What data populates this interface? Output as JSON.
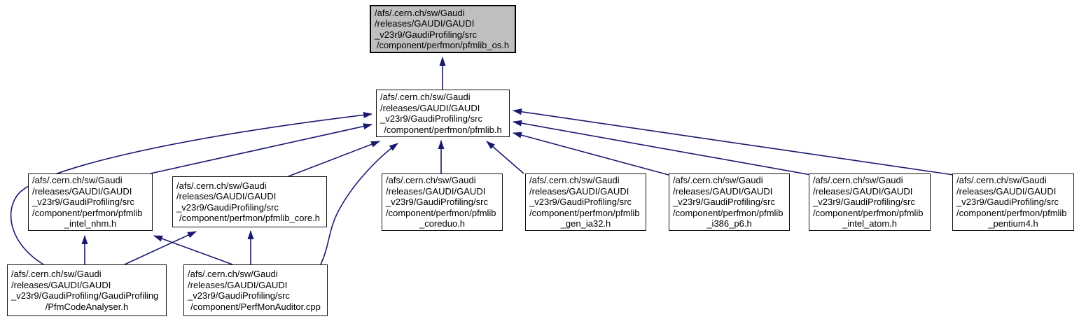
{
  "diagram": {
    "type": "include-dependency-graph",
    "edge_color": "#191970",
    "root_fill": "#bfbfbf",
    "node_fill": "#ffffff",
    "border_color": "#000000"
  },
  "nodes": [
    {
      "id": "pfmlib_os.h",
      "role": "root",
      "label": "/afs/.cern.ch/sw/Gaudi\n/releases/GAUDI/GAUDI\n_v23r9/GaudiProfiling/src\n/component/perfmon/pfmlib_os.h"
    },
    {
      "id": "pfmlib.h",
      "role": "node",
      "label": "/afs/.cern.ch/sw/Gaudi\n/releases/GAUDI/GAUDI\n_v23r9/GaudiProfiling/src\n/component/perfmon/pfmlib.h"
    },
    {
      "id": "pfmlib_intel_nhm.h",
      "role": "node",
      "label": "/afs/.cern.ch/sw/Gaudi\n/releases/GAUDI/GAUDI\n_v23r9/GaudiProfiling/src\n/component/perfmon/pfmlib\n_intel_nhm.h"
    },
    {
      "id": "pfmlib_core.h",
      "role": "node",
      "label": "/afs/.cern.ch/sw/Gaudi\n/releases/GAUDI/GAUDI\n_v23r9/GaudiProfiling/src\n/component/perfmon/pfmlib_core.h"
    },
    {
      "id": "pfmlib_coreduo.h",
      "role": "node",
      "label": "/afs/.cern.ch/sw/Gaudi\n/releases/GAUDI/GAUDI\n_v23r9/GaudiProfiling/src\n/component/perfmon/pfmlib\n_coreduo.h"
    },
    {
      "id": "pfmlib_gen_ia32.h",
      "role": "node",
      "label": "/afs/.cern.ch/sw/Gaudi\n/releases/GAUDI/GAUDI\n_v23r9/GaudiProfiling/src\n/component/perfmon/pfmlib\n_gen_ia32.h"
    },
    {
      "id": "pfmlib_i386_p6.h",
      "role": "node",
      "label": "/afs/.cern.ch/sw/Gaudi\n/releases/GAUDI/GAUDI\n_v23r9/GaudiProfiling/src\n/component/perfmon/pfmlib\n_i386_p6.h"
    },
    {
      "id": "pfmlib_intel_atom.h",
      "role": "node",
      "label": "/afs/.cern.ch/sw/Gaudi\n/releases/GAUDI/GAUDI\n_v23r9/GaudiProfiling/src\n/component/perfmon/pfmlib\n_intel_atom.h"
    },
    {
      "id": "pfmlib_pentium4.h",
      "role": "node",
      "label": "/afs/.cern.ch/sw/Gaudi\n/releases/GAUDI/GAUDI\n_v23r9/GaudiProfiling/src\n/component/perfmon/pfmlib\n_pentium4.h"
    },
    {
      "id": "PfmCodeAnalyser.h",
      "role": "node",
      "label": "/afs/.cern.ch/sw/Gaudi\n/releases/GAUDI/GAUDI\n_v23r9/GaudiProfiling/GaudiProfiling\n/PfmCodeAnalyser.h"
    },
    {
      "id": "PerfMonAuditor.cpp",
      "role": "node",
      "label": "/afs/.cern.ch/sw/Gaudi\n/releases/GAUDI/GAUDI\n_v23r9/GaudiProfiling/src\n/component/PerfMonAuditor.cpp"
    }
  ],
  "edges": [
    {
      "from": "pfmlib.h",
      "to": "pfmlib_os.h"
    },
    {
      "from": "pfmlib_intel_nhm.h",
      "to": "pfmlib.h"
    },
    {
      "from": "pfmlib_core.h",
      "to": "pfmlib.h"
    },
    {
      "from": "pfmlib_coreduo.h",
      "to": "pfmlib.h"
    },
    {
      "from": "pfmlib_gen_ia32.h",
      "to": "pfmlib.h"
    },
    {
      "from": "pfmlib_i386_p6.h",
      "to": "pfmlib.h"
    },
    {
      "from": "pfmlib_intel_atom.h",
      "to": "pfmlib.h"
    },
    {
      "from": "pfmlib_pentium4.h",
      "to": "pfmlib.h"
    },
    {
      "from": "PfmCodeAnalyser.h",
      "to": "pfmlib.h"
    },
    {
      "from": "PfmCodeAnalyser.h",
      "to": "pfmlib_intel_nhm.h"
    },
    {
      "from": "PfmCodeAnalyser.h",
      "to": "pfmlib_core.h"
    },
    {
      "from": "PerfMonAuditor.cpp",
      "to": "pfmlib.h"
    },
    {
      "from": "PerfMonAuditor.cpp",
      "to": "pfmlib_intel_nhm.h"
    },
    {
      "from": "PerfMonAuditor.cpp",
      "to": "pfmlib_core.h"
    }
  ]
}
